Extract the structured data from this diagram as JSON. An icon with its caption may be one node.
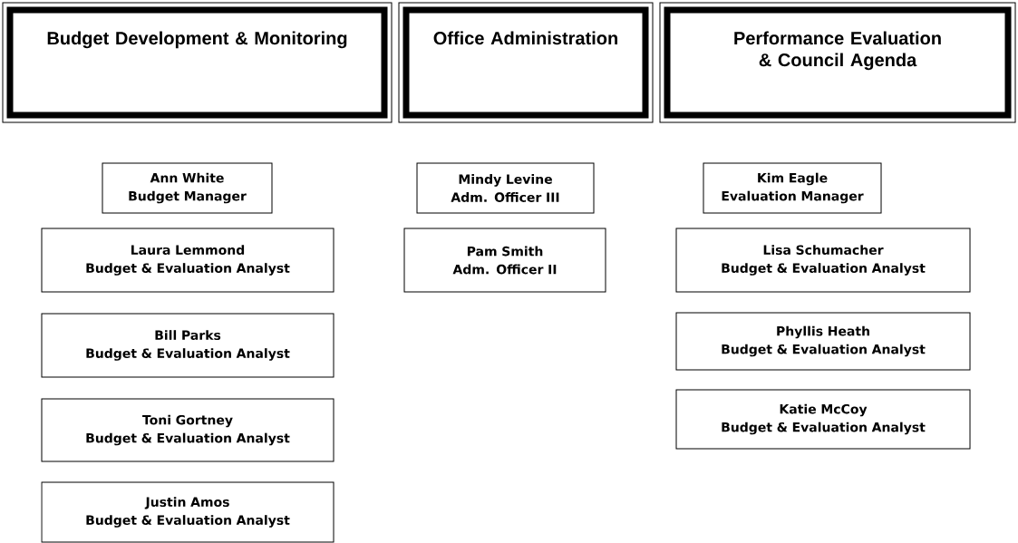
{
  "diagram": {
    "nodes": [
      {
        "text": [
          "Budget Development & Monitoring"
        ]
      },
      {
        "text": [
          "Office Administration"
        ]
      },
      {
        "text": [
          "Performance Evaluation & Council Agenda"
        ]
      },
      {
        "text": [
          "Ann White",
          "Budget Manager"
        ]
      },
      {
        "text": [
          "Laura Lemmond",
          "Budget & Evaluation Analyst"
        ]
      },
      {
        "text": [
          "Bill Parks",
          "Budget & Evaluation Analyst"
        ]
      },
      {
        "text": [
          "Toni Gortney",
          "Budget & Evaluation Analyst"
        ]
      },
      {
        "text": [
          "Justin Amos",
          "Budget & Evaluation Analyst"
        ]
      },
      {
        "text": [
          "Mindy Levine",
          "Adm. Officer III"
        ]
      },
      {
        "text": [
          "Pam Smith",
          "Adm. Officer II"
        ]
      },
      {
        "text": [
          "Kim Eagle",
          "Evaluation Manager"
        ]
      },
      {
        "text": [
          "Lisa Schumacher",
          "Budget & Evaluation Analyst"
        ]
      },
      {
        "text": [
          "Phyllis Heath",
          "Budget & Evaluation Analyst"
        ]
      },
      {
        "text": [
          "Katie McCoy",
          "Budget & Evaluation Analyst"
        ]
      }
    ]
  }
}
